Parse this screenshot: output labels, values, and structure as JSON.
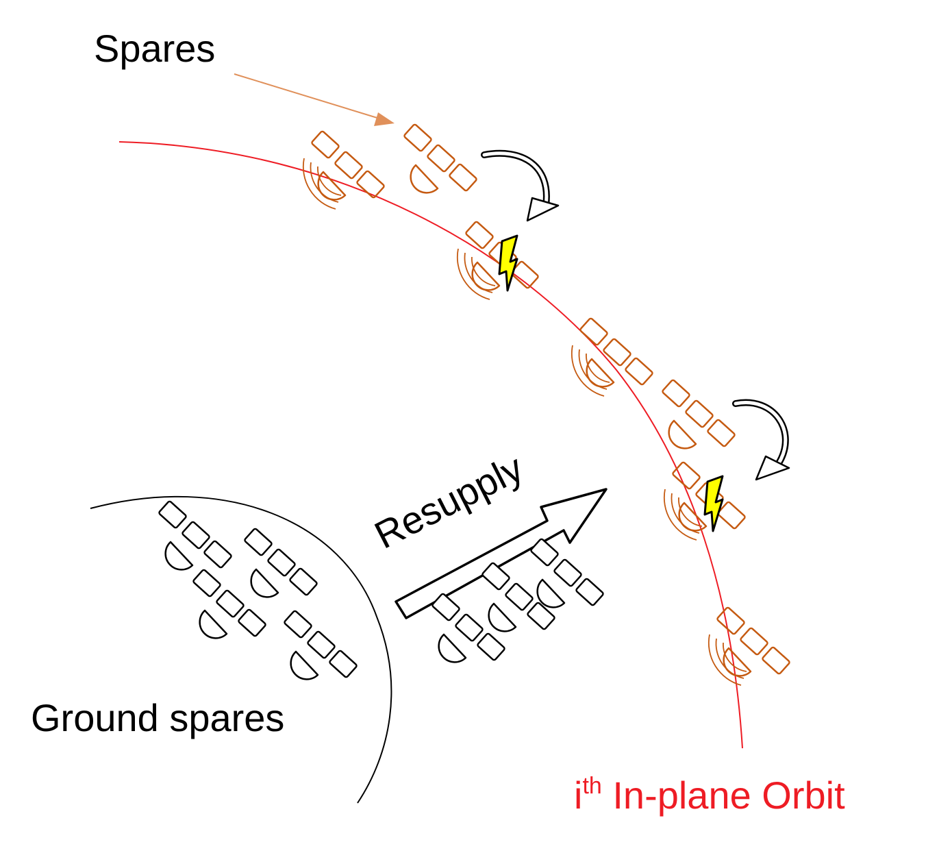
{
  "labels": {
    "spares": "Spares",
    "resupply": "Resupply",
    "ground_spares": "Ground spares",
    "orbit_prefix": "i",
    "orbit_sup": "th",
    "orbit_rest": " In-plane Orbit"
  },
  "colors": {
    "orbit": "#ee1c24",
    "satellite": "#c55a11",
    "spare_arrow": "#e0905a",
    "lightning": "#ffff00",
    "ground_satellite": "#000000",
    "text": "#000000"
  },
  "icons": {
    "satellite": "satellite-icon",
    "failure": "lightning-bolt-icon",
    "replace_arrow": "curved-arrow-icon",
    "resupply_arrow": "block-arrow-icon"
  }
}
